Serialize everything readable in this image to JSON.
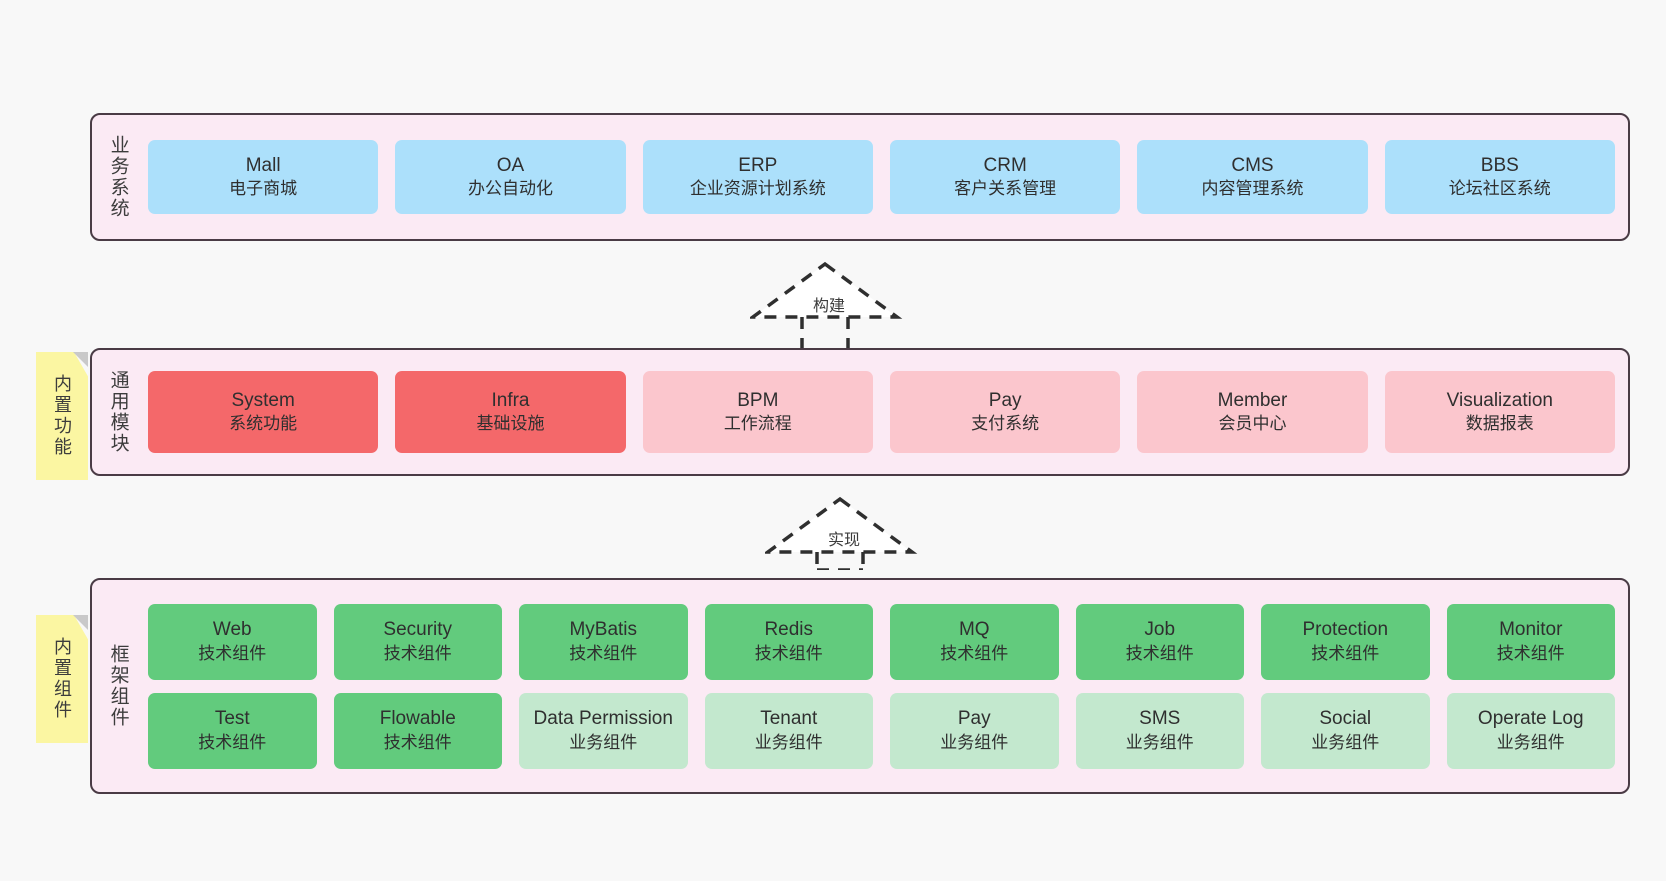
{
  "layers": [
    {
      "id": "business-system",
      "title": "业务系统",
      "rows": [
        {
          "cards": [
            {
              "en": "Mall",
              "cn": "电子商城"
            },
            {
              "en": "OA",
              "cn": "办公自动化"
            },
            {
              "en": "ERP",
              "cn": "企业资源计划系统"
            },
            {
              "en": "CRM",
              "cn": "客户关系管理"
            },
            {
              "en": "CMS",
              "cn": "内容管理系统"
            },
            {
              "en": "BBS",
              "cn": "论坛社区系统"
            }
          ]
        }
      ]
    },
    {
      "id": "common-module",
      "title": "通用模块",
      "note": "内置功能",
      "rows": [
        {
          "cards": [
            {
              "en": "System",
              "cn": "系统功能"
            },
            {
              "en": "Infra",
              "cn": "基础设施"
            },
            {
              "en": "BPM",
              "cn": "工作流程"
            },
            {
              "en": "Pay",
              "cn": "支付系统"
            },
            {
              "en": "Member",
              "cn": "会员中心"
            },
            {
              "en": "Visualization",
              "cn": "数据报表"
            }
          ]
        }
      ]
    },
    {
      "id": "framework-component",
      "title": "框架组件",
      "note": "内置组件",
      "rows": [
        {
          "cards": [
            {
              "en": "Web",
              "cn": "技术组件"
            },
            {
              "en": "Security",
              "cn": "技术组件"
            },
            {
              "en": "MyBatis",
              "cn": "技术组件"
            },
            {
              "en": "Redis",
              "cn": "技术组件"
            },
            {
              "en": "MQ",
              "cn": "技术组件"
            },
            {
              "en": "Job",
              "cn": "技术组件"
            },
            {
              "en": "Protection",
              "cn": "技术组件"
            },
            {
              "en": "Monitor",
              "cn": "技术组件"
            }
          ]
        },
        {
          "cards": [
            {
              "en": "Test",
              "cn": "技术组件"
            },
            {
              "en": "Flowable",
              "cn": "技术组件"
            },
            {
              "en": "Data Permission",
              "cn": "业务组件"
            },
            {
              "en": "Tenant",
              "cn": "业务组件"
            },
            {
              "en": "Pay",
              "cn": "业务组件"
            },
            {
              "en": "SMS",
              "cn": "业务组件"
            },
            {
              "en": "Social",
              "cn": "业务组件"
            },
            {
              "en": "Operate Log",
              "cn": "业务组件"
            }
          ]
        }
      ]
    }
  ],
  "arrows": [
    {
      "id": "build",
      "label": "构建"
    },
    {
      "id": "implement",
      "label": "实现"
    }
  ],
  "colors": {
    "layer_bg": "#fbeaf4",
    "layer_border": "#4a3b45",
    "business_card": "#ace0fb",
    "module_primary": "#f4686a",
    "module_secondary": "#fbc6cd",
    "framework_tech": "#62cb7d",
    "framework_business": "#c3e8ce",
    "note_bg": "#fbf6a2",
    "canvas_bg": "#f8f8f8"
  }
}
